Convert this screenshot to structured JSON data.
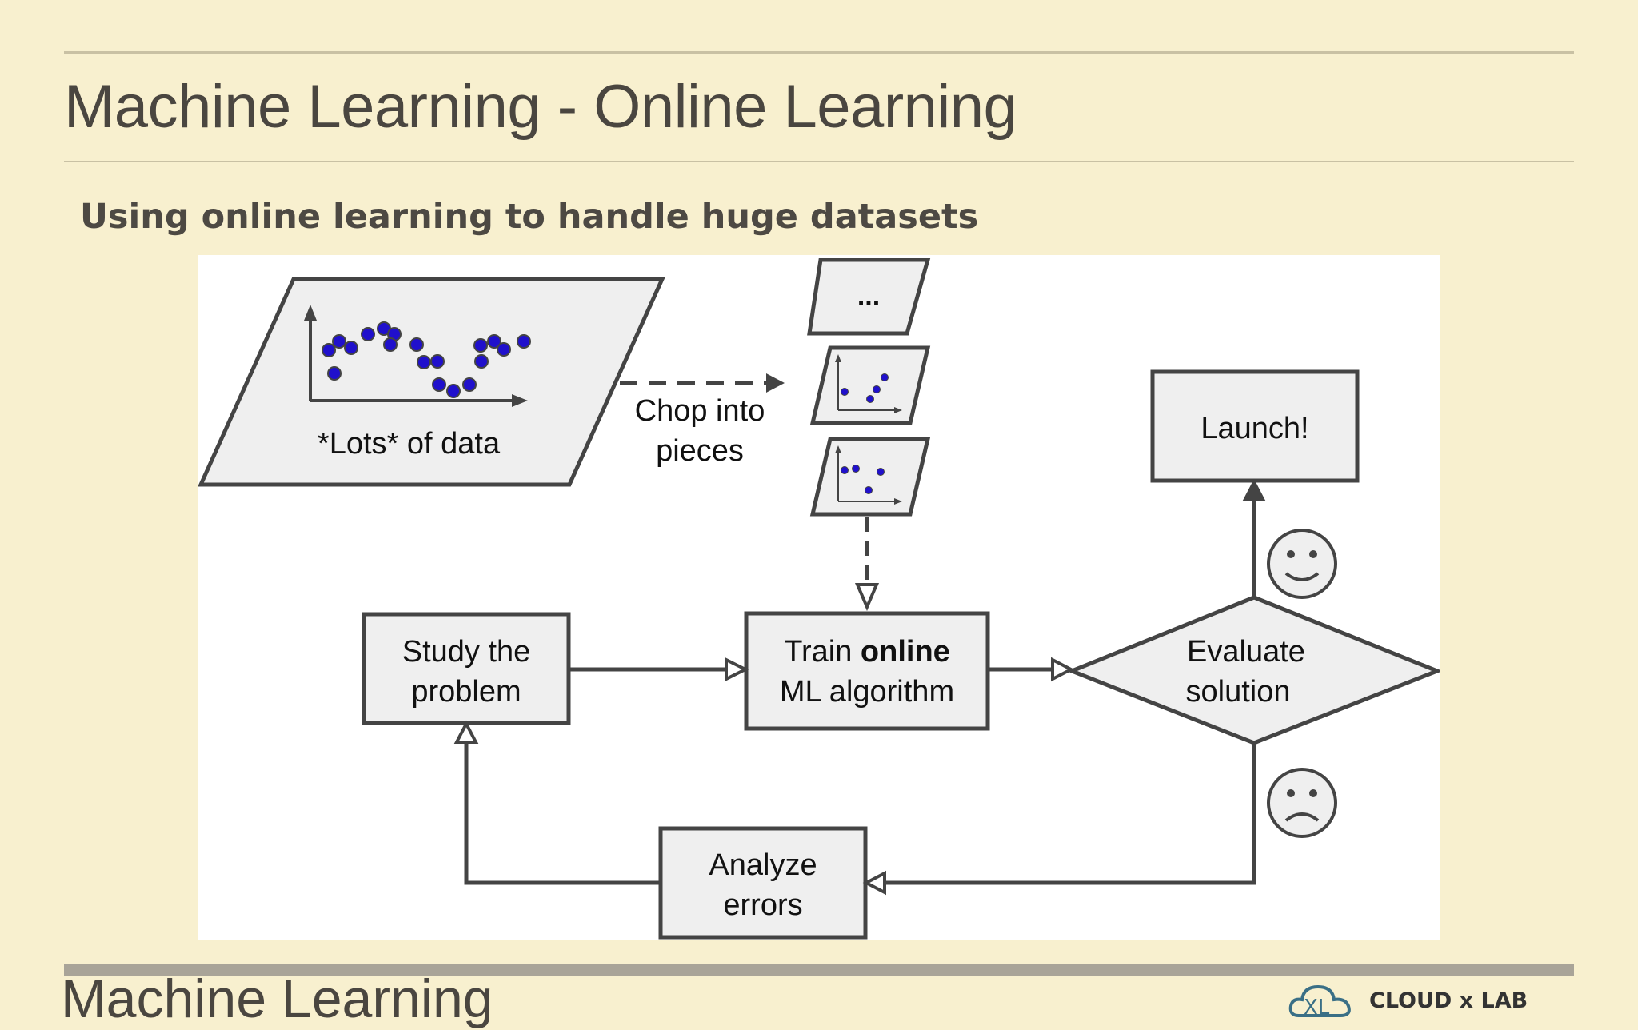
{
  "slide": {
    "title": "Machine Learning - Online Learning",
    "subtitle": "Using online learning to handle huge datasets"
  },
  "diagram": {
    "data_label": "*Lots* of data",
    "chop_line1": "Chop into",
    "chop_line2": "pieces",
    "ellipsis": "...",
    "launch": "Launch!",
    "study_line1": "Study the",
    "study_line2": "problem",
    "train_line1_plain": "Train ",
    "train_line1_bold": "online",
    "train_line2": "ML algorithm",
    "evaluate_line1": "Evaluate",
    "evaluate_line2": "solution",
    "analyze_line1": "Analyze",
    "analyze_line2": "errors"
  },
  "footer": {
    "title": "Machine Learning",
    "logo_text": "CLOUD x LAB"
  },
  "colors": {
    "background": "#f8f0cf",
    "panel": "#ffffff",
    "stroke": "#444444",
    "box_fill": "#efefef",
    "dot": "#2010cc",
    "title_text": "#4a4640"
  },
  "icons": [
    "happy-face-icon",
    "sad-face-icon",
    "cloud-logo-icon"
  ]
}
